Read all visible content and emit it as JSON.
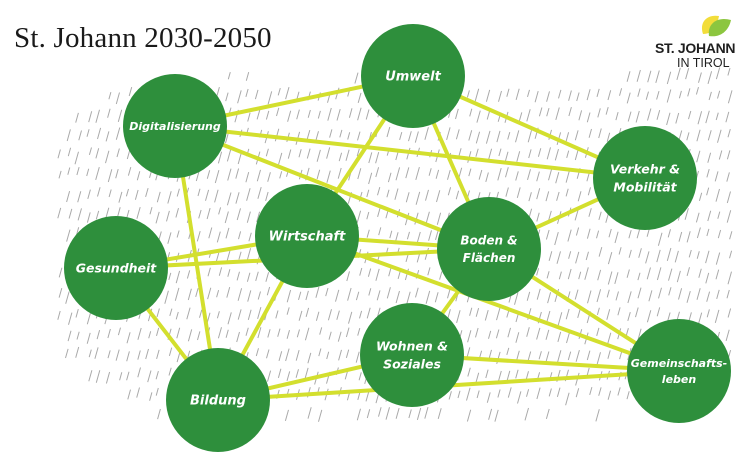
{
  "title": "St. Johann 2030-2050",
  "logo": {
    "line1": "ST. JOHANN",
    "line2": "IN TIROL"
  },
  "colors": {
    "node_fill": "#2e8f3c",
    "edge": "#d3df2e",
    "hatch": "#a9a9a9",
    "title": "#1a1a1a",
    "logo_green": "#8cc63f",
    "logo_yellow": "#f2dd3a"
  },
  "nodes": [
    {
      "id": "umwelt",
      "lines": [
        "Umwelt"
      ]
    },
    {
      "id": "digitalisierung",
      "lines": [
        "Digitalisierung"
      ]
    },
    {
      "id": "verkehr",
      "lines": [
        "Verkehr &",
        "Mobilität"
      ]
    },
    {
      "id": "wirtschaft",
      "lines": [
        "Wirtschaft"
      ]
    },
    {
      "id": "boden",
      "lines": [
        "Boden &",
        "Flächen"
      ]
    },
    {
      "id": "gesundheit",
      "lines": [
        "Gesundheit"
      ]
    },
    {
      "id": "wohnen",
      "lines": [
        "Wohnen &",
        "Soziales"
      ]
    },
    {
      "id": "gemeinschaft",
      "lines": [
        "Gemeinschafts-",
        "leben"
      ]
    },
    {
      "id": "bildung",
      "lines": [
        "Bildung"
      ]
    }
  ],
  "edges": [
    [
      "digitalisierung",
      "verkehr"
    ],
    [
      "digitalisierung",
      "umwelt"
    ],
    [
      "digitalisierung",
      "boden"
    ],
    [
      "digitalisierung",
      "bildung"
    ],
    [
      "umwelt",
      "verkehr"
    ],
    [
      "umwelt",
      "boden"
    ],
    [
      "umwelt",
      "wirtschaft"
    ],
    [
      "verkehr",
      "boden"
    ],
    [
      "wirtschaft",
      "boden"
    ],
    [
      "wirtschaft",
      "gesundheit"
    ],
    [
      "wirtschaft",
      "gemeinschaft"
    ],
    [
      "wirtschaft",
      "bildung"
    ],
    [
      "gesundheit",
      "boden"
    ],
    [
      "gesundheit",
      "bildung"
    ],
    [
      "boden",
      "wohnen"
    ],
    [
      "boden",
      "gemeinschaft"
    ],
    [
      "wohnen",
      "gemeinschaft"
    ],
    [
      "bildung",
      "gemeinschaft"
    ],
    [
      "bildung",
      "wohnen"
    ]
  ]
}
